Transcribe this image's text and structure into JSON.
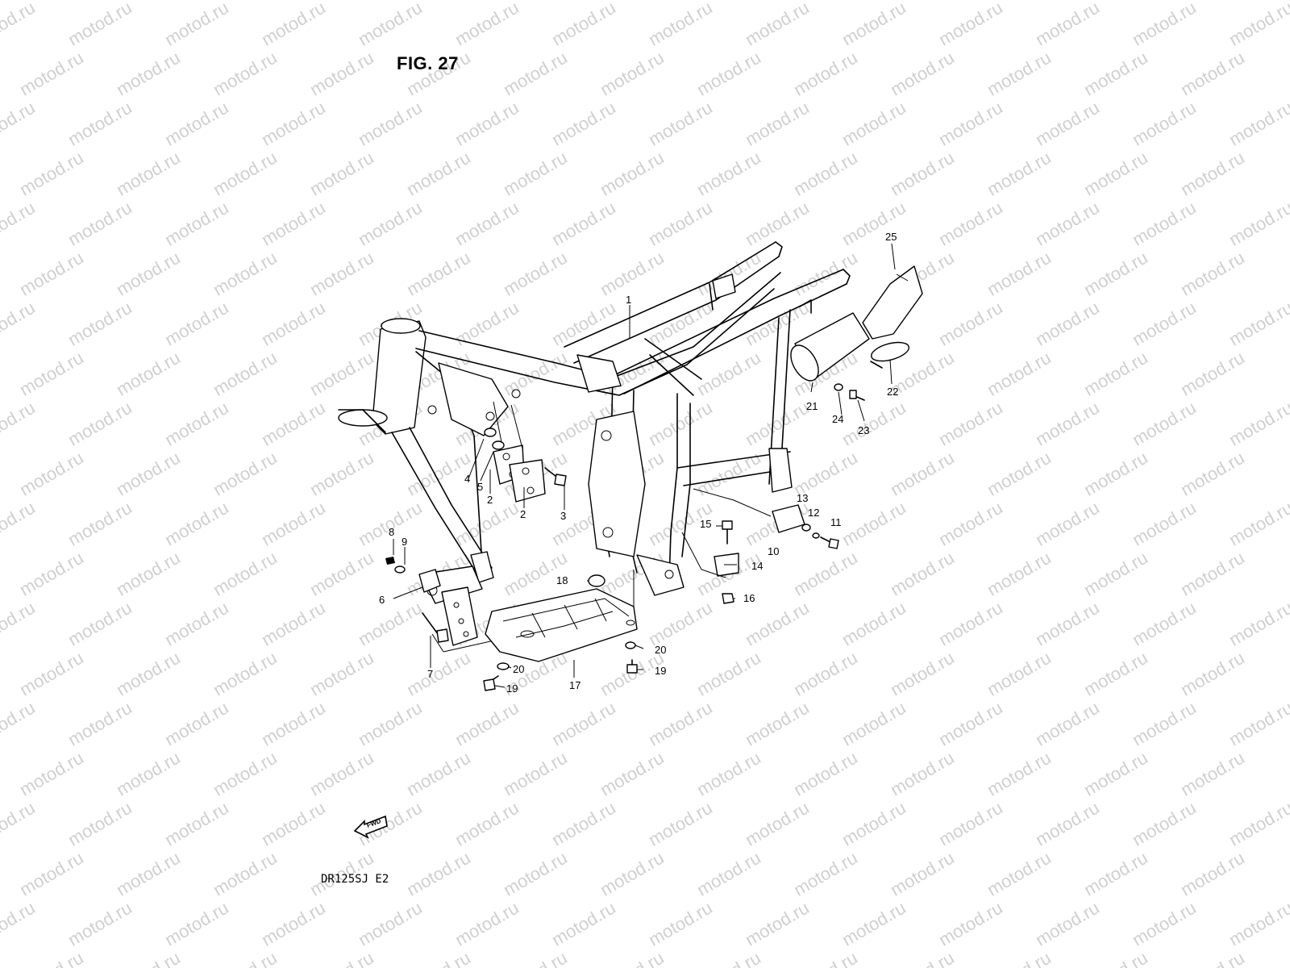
{
  "figure": {
    "title": "FIG. 27",
    "model": "DR125SJ  E2",
    "watermark": "motod.ru",
    "fwd_label": "FWD"
  },
  "callouts": [
    {
      "id": "1",
      "label": "1"
    },
    {
      "id": "2a",
      "label": "2"
    },
    {
      "id": "2b",
      "label": "2"
    },
    {
      "id": "3",
      "label": "3"
    },
    {
      "id": "4",
      "label": "4"
    },
    {
      "id": "5",
      "label": "5"
    },
    {
      "id": "6",
      "label": "6"
    },
    {
      "id": "7",
      "label": "7"
    },
    {
      "id": "8",
      "label": "8"
    },
    {
      "id": "9",
      "label": "9"
    },
    {
      "id": "10",
      "label": "10"
    },
    {
      "id": "11",
      "label": "11"
    },
    {
      "id": "12",
      "label": "12"
    },
    {
      "id": "13",
      "label": "13"
    },
    {
      "id": "14",
      "label": "14"
    },
    {
      "id": "15",
      "label": "15"
    },
    {
      "id": "16",
      "label": "16"
    },
    {
      "id": "17",
      "label": "17"
    },
    {
      "id": "18",
      "label": "18"
    },
    {
      "id": "19a",
      "label": "19"
    },
    {
      "id": "19b",
      "label": "19"
    },
    {
      "id": "20a",
      "label": "20"
    },
    {
      "id": "20b",
      "label": "20"
    },
    {
      "id": "21",
      "label": "21"
    },
    {
      "id": "22",
      "label": "22"
    },
    {
      "id": "23",
      "label": "23"
    },
    {
      "id": "24",
      "label": "24"
    },
    {
      "id": "25",
      "label": "25"
    }
  ]
}
